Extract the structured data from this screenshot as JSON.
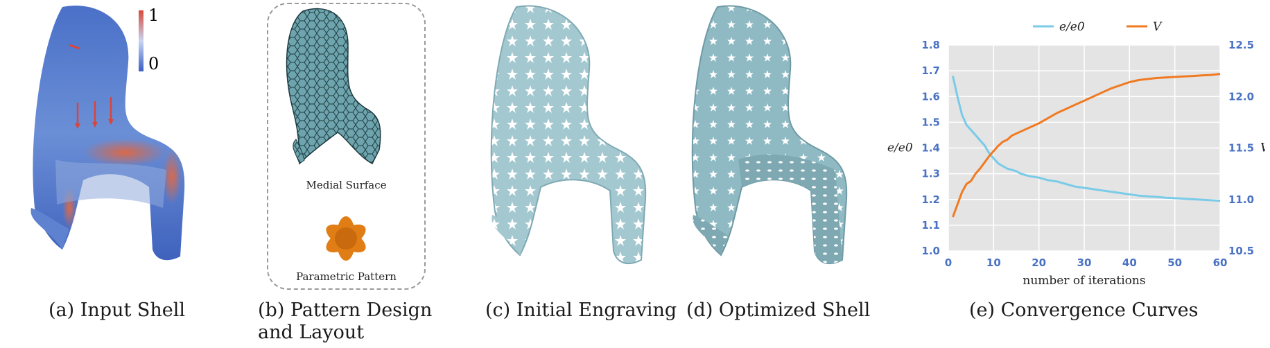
{
  "figure": {
    "panel_a": {
      "caption": "(a) Input Shell",
      "colorbar": {
        "max_label": "1",
        "min_label": "0",
        "colors": [
          "#3b5fc4",
          "#c7d5f2",
          "#d8493a"
        ]
      }
    },
    "panel_b": {
      "caption_line1": "(b) Pattern Design",
      "caption_line2": "and Layout",
      "medial_label": "Medial Surface",
      "pattern_label": "Parametric Pattern"
    },
    "panel_c": {
      "caption": "(c) Initial Engraving"
    },
    "panel_d": {
      "caption": "(d) Optimized Shell"
    },
    "panel_e": {
      "caption": "(e) Convergence Curves"
    }
  },
  "chart_data": {
    "type": "line",
    "title": "",
    "xlabel": "number of iterations",
    "ylabel_left": "e/e0",
    "ylabel_right": "V",
    "xlim": [
      0,
      60
    ],
    "ylim_left": [
      1.0,
      1.8
    ],
    "ylim_right": [
      10.5,
      12.5
    ],
    "x_ticks": [
      "0",
      "10",
      "20",
      "30",
      "40",
      "50",
      "60"
    ],
    "y_left_ticks": [
      "1.0",
      "1.1",
      "1.2",
      "1.3",
      "1.4",
      "1.5",
      "1.6",
      "1.7",
      "1.8"
    ],
    "y_right_ticks": [
      "10.5",
      "11.0",
      "11.5",
      "12.0",
      "12.5"
    ],
    "grid": true,
    "legend_position": "top",
    "series": [
      {
        "name": "e/e0",
        "axis": "left",
        "color": "#79cbe8",
        "x": [
          1,
          2,
          3,
          4,
          5,
          6,
          7,
          8,
          9,
          10,
          11,
          12,
          13,
          14,
          15,
          16,
          18,
          20,
          22,
          24,
          26,
          28,
          30,
          32,
          34,
          36,
          38,
          40,
          42,
          44,
          46,
          48,
          50,
          52,
          54,
          56,
          58,
          60
        ],
        "values": [
          1.68,
          1.6,
          1.53,
          1.49,
          1.47,
          1.45,
          1.43,
          1.41,
          1.38,
          1.36,
          1.34,
          1.33,
          1.32,
          1.315,
          1.31,
          1.3,
          1.29,
          1.285,
          1.275,
          1.27,
          1.26,
          1.25,
          1.245,
          1.24,
          1.235,
          1.23,
          1.225,
          1.22,
          1.215,
          1.212,
          1.21,
          1.207,
          1.205,
          1.203,
          1.201,
          1.199,
          1.197,
          1.195
        ]
      },
      {
        "name": "V",
        "axis": "right",
        "color": "#f07a22",
        "x": [
          1,
          2,
          3,
          4,
          5,
          6,
          7,
          8,
          9,
          10,
          11,
          12,
          13,
          14,
          15,
          16,
          18,
          20,
          22,
          24,
          26,
          28,
          30,
          32,
          34,
          36,
          38,
          40,
          42,
          44,
          46,
          48,
          50,
          52,
          54,
          56,
          58,
          60
        ],
        "values": [
          10.83,
          10.95,
          11.07,
          11.15,
          11.18,
          11.25,
          11.3,
          11.36,
          11.42,
          11.47,
          11.52,
          11.56,
          11.58,
          11.62,
          11.64,
          11.66,
          11.7,
          11.74,
          11.79,
          11.84,
          11.88,
          11.92,
          11.96,
          12.0,
          12.04,
          12.08,
          12.11,
          12.14,
          12.16,
          12.17,
          12.18,
          12.185,
          12.19,
          12.195,
          12.2,
          12.205,
          12.21,
          12.22
        ]
      }
    ]
  }
}
